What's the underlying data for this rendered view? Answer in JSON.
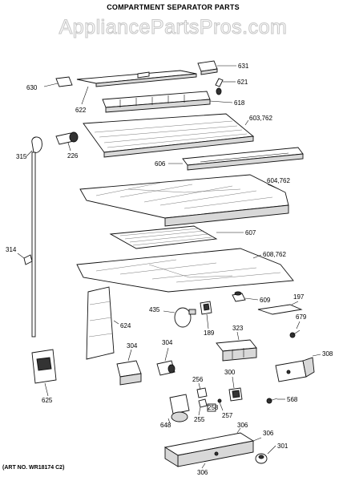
{
  "title": "COMPARTMENT SEPARATOR PARTS",
  "watermark": "AppliancePartsPros.com",
  "art_number": "(ART NO. WR18174 C2)",
  "callouts": {
    "c631": "631",
    "c630": "630",
    "c621": "621",
    "c622": "622",
    "c618": "618",
    "c603": "603,762",
    "c315": "315",
    "c226": "226",
    "c606": "606",
    "c604": "604,762",
    "c607": "607",
    "c314": "314",
    "c608": "608,762",
    "c609": "609",
    "c197": "197",
    "c435": "435",
    "c624": "624",
    "c189": "189",
    "c323": "323",
    "c679": "679",
    "c304a": "304",
    "c304b": "304",
    "c308": "308",
    "c300": "300",
    "c256": "256",
    "c568": "568",
    "c625": "625",
    "c258": "258",
    "c255": "255",
    "c257": "257",
    "c648": "648",
    "c306a": "306",
    "c306b": "306",
    "c306c": "306",
    "c301": "301"
  }
}
